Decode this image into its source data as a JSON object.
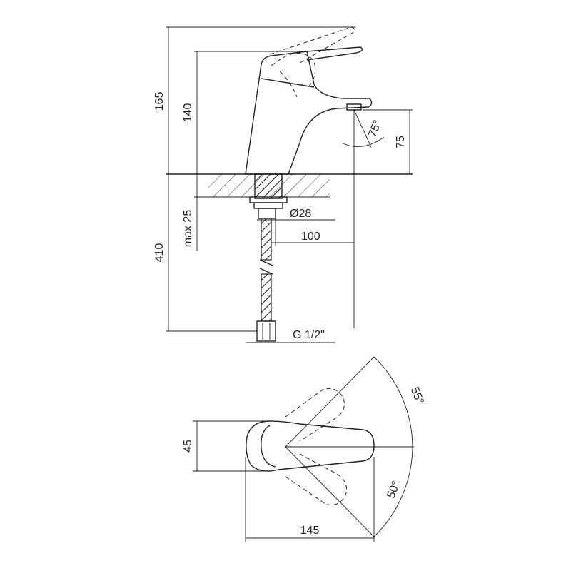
{
  "dimensions": {
    "total_height": "165",
    "body_height": "140",
    "spout_height": "75",
    "spout_angle": "75°",
    "hose_length": "410",
    "max_countertop": "max 25",
    "base_diameter": "Ø28",
    "spout_reach": "100",
    "thread": "G 1/2\"",
    "handle_width": "45",
    "total_length": "145",
    "rotation_left": "55°",
    "rotation_right": "50°"
  }
}
